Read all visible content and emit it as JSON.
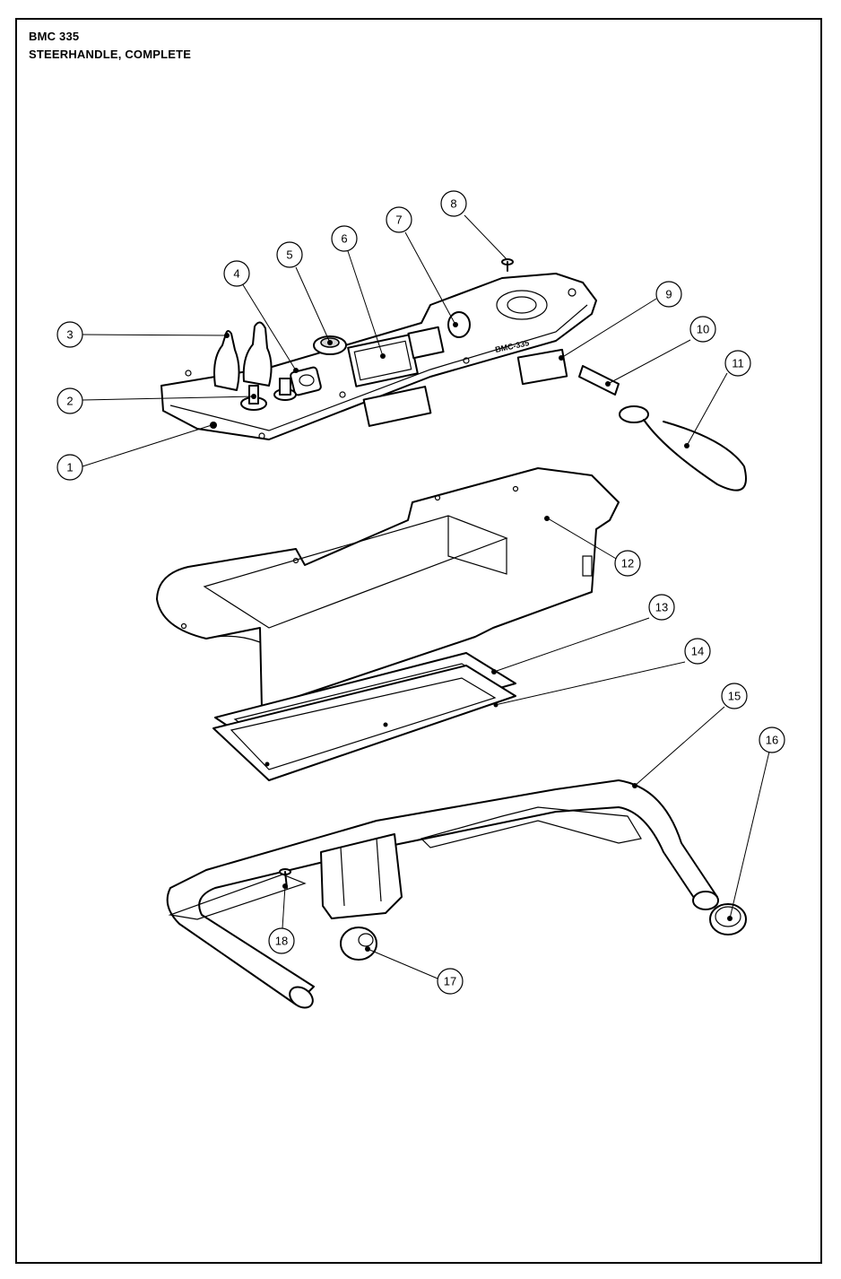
{
  "header": {
    "model": "BMC 335",
    "title": "STEERHANDLE, COMPLETE"
  },
  "panel_label": "BMC-335",
  "callouts": [
    "1",
    "2",
    "3",
    "4",
    "5",
    "6",
    "7",
    "8",
    "9",
    "10",
    "11",
    "12",
    "13",
    "14",
    "15",
    "16",
    "17",
    "18"
  ]
}
